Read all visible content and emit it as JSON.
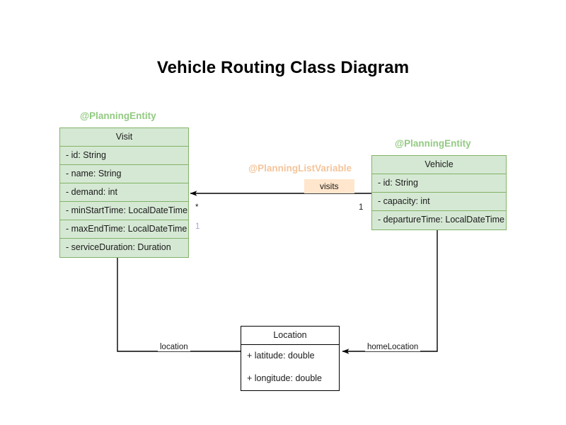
{
  "page": {
    "title": "Vehicle Routing Class Diagram",
    "background": "#ffffff"
  },
  "colors": {
    "entity_fill": "#d5e8d4",
    "entity_stroke": "#82b366",
    "annotation_green": "#93ca82",
    "annotation_orange": "#f5c49a",
    "label_chip_fill": "#ffe6cc",
    "plain_stroke": "#000000",
    "plain_fill": "#ffffff",
    "multiplicity_muted": "#b39ddb"
  },
  "classes": [
    {
      "id": "visit",
      "annotation": "@PlanningEntity",
      "name": "Visit",
      "attributes": [
        "- id: String",
        "- name: String",
        "- demand: int",
        "- minStartTime: LocalDateTime",
        "- maxEndTime: LocalDateTime",
        "- serviceDuration: Duration"
      ]
    },
    {
      "id": "vehicle",
      "annotation": "@PlanningEntity",
      "name": "Vehicle",
      "attributes": [
        "- id: String",
        "- capacity: int",
        "- departureTime: LocalDateTime"
      ]
    },
    {
      "id": "location",
      "annotation": "",
      "name": "Location",
      "attributes": [
        "+ latitude: double",
        "+ longitude: double"
      ]
    }
  ],
  "associations": [
    {
      "id": "visits",
      "annotation": "@PlanningListVariable",
      "label": "visits",
      "source": "Vehicle",
      "target": "Visit",
      "source_multiplicity": "1",
      "target_multiplicity": "*",
      "extra_multiplicity": "1"
    },
    {
      "id": "location",
      "label": "location",
      "source": "Visit",
      "target": "Location"
    },
    {
      "id": "home-location",
      "label": "homeLocation",
      "source": "Vehicle",
      "target": "Location"
    }
  ]
}
